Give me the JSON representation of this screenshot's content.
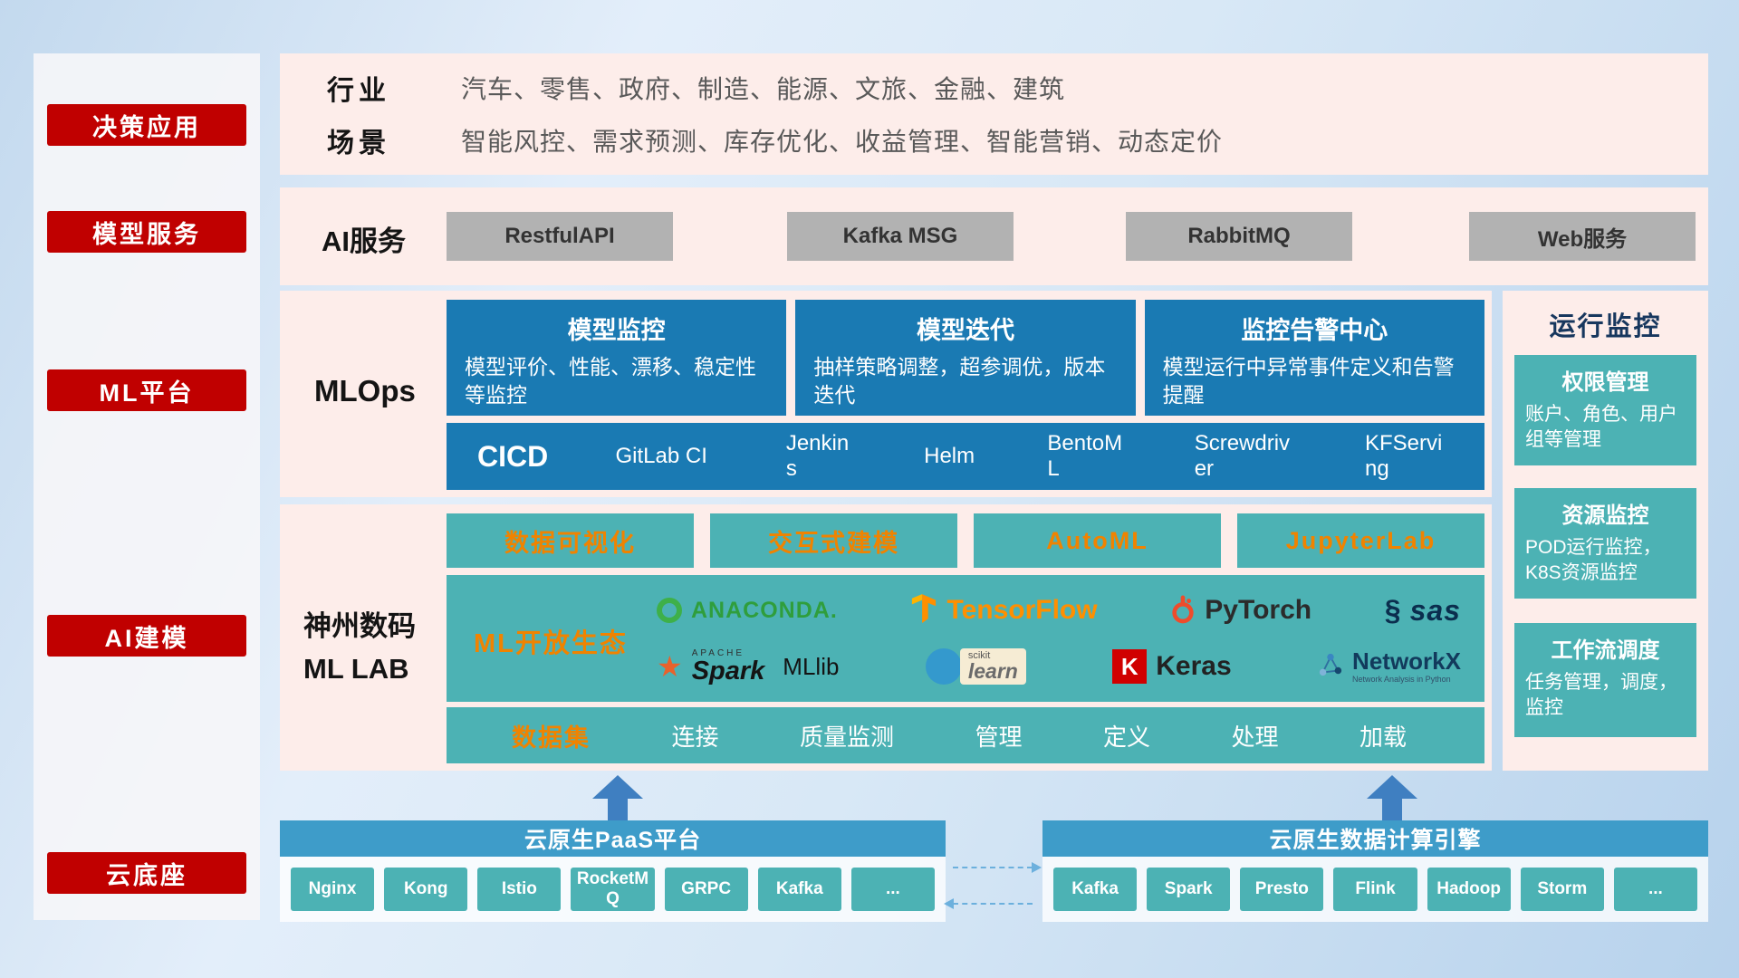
{
  "sidebar": {
    "items": [
      {
        "label": "决策应用"
      },
      {
        "label": "模型服务"
      },
      {
        "label": "ML平台"
      },
      {
        "label": "AI建模"
      },
      {
        "label": "云底座"
      }
    ]
  },
  "industry": {
    "industry_label": "行业",
    "industry_text": "汽车、零售、政府、制造、能源、文旅、金融、建筑",
    "scene_label": "场景",
    "scene_text": "智能风控、需求预测、库存优化、收益管理、智能营销、动态定价"
  },
  "ai_service": {
    "label": "AI服务",
    "buttons": [
      {
        "label": "RestfulAPI"
      },
      {
        "label": "Kafka MSG"
      },
      {
        "label": "RabbitMQ"
      },
      {
        "label": "Web服务"
      }
    ]
  },
  "mlops": {
    "label": "MLOps",
    "cards": [
      {
        "title": "模型监控",
        "desc": "模型评价、性能、漂移、稳定性等监控"
      },
      {
        "title": "模型迭代",
        "desc": "抽样策略调整，超参调优，版本迭代"
      },
      {
        "title": "监控告警中心",
        "desc": "模型运行中异常事件定义和告警提醒"
      }
    ],
    "cicd_label": "CICD",
    "cicd_items": [
      {
        "label": "GitLab CI"
      },
      {
        "label": "Jenkins"
      },
      {
        "label": "Helm"
      },
      {
        "label": "BentoML"
      },
      {
        "label": "Screwdriver"
      },
      {
        "label": "KFServing"
      }
    ]
  },
  "monitoring": {
    "title": "运行监控",
    "cards": [
      {
        "title": "权限管理",
        "desc": "账户、角色、用户组等管理"
      },
      {
        "title": "资源监控",
        "desc": "POD运行监控，K8S资源监控"
      },
      {
        "title": "工作流调度",
        "desc": "任务管理，调度，监控"
      }
    ]
  },
  "ml_lab": {
    "label_line1": "神州数码",
    "label_line2": "ML LAB",
    "features": [
      {
        "label": "数据可视化"
      },
      {
        "label": "交互式建模"
      },
      {
        "label": "AutoML"
      },
      {
        "label": "JupyterLab"
      }
    ],
    "ecosystem_label": "ML开放生态",
    "logos": {
      "anaconda": {
        "text": "ANACONDA."
      },
      "tensorflow": {
        "text": "TensorFlow"
      },
      "pytorch": {
        "text": "PyTorch"
      },
      "sas": {
        "mark": "§",
        "text": "sas"
      },
      "spark": {
        "sub": "APACHE",
        "text": "Spark",
        "extra": "MLlib"
      },
      "sklearn": {
        "sub": "scikit",
        "text": "learn"
      },
      "keras": {
        "mark": "K",
        "text": "Keras"
      },
      "networkx": {
        "text": "NetworkX",
        "sub": "Network Analysis in Python"
      }
    },
    "dataset_label": "数据集",
    "dataset_items": [
      {
        "label": "连接"
      },
      {
        "label": "质量监测"
      },
      {
        "label": "管理"
      },
      {
        "label": "定义"
      },
      {
        "label": "处理"
      },
      {
        "label": "加载"
      }
    ]
  },
  "cloud": {
    "paas_title": "云原生PaaS平台",
    "paas_items": [
      {
        "label": "Nginx"
      },
      {
        "label": "Kong"
      },
      {
        "label": "Istio"
      },
      {
        "label": "RocketMQ"
      },
      {
        "label": "GRPC"
      },
      {
        "label": "Kafka"
      },
      {
        "label": "..."
      }
    ],
    "engine_title": "云原生数据计算引擎",
    "engine_items": [
      {
        "label": "Kafka"
      },
      {
        "label": "Spark"
      },
      {
        "label": "Presto"
      },
      {
        "label": "Flink"
      },
      {
        "label": "Hadoop"
      },
      {
        "label": "Storm"
      },
      {
        "label": "..."
      }
    ]
  },
  "colors": {
    "red": "#c00000",
    "card_blue": "#1a7ab3",
    "teal": "#4cb2b4",
    "orange": "#f08300",
    "header_blue": "#3e9cc9",
    "panel_pink": "#fdedea"
  }
}
